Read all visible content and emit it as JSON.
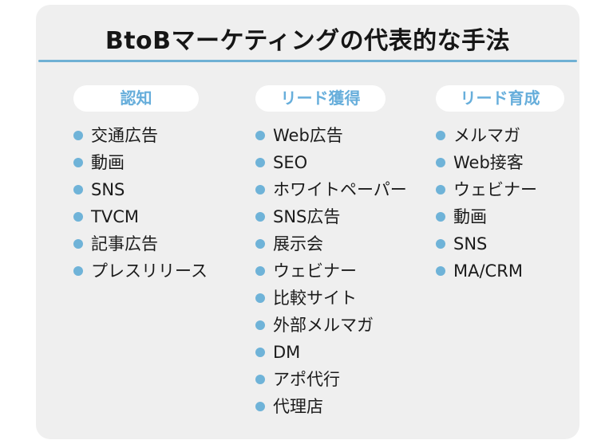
{
  "slide": {
    "title": "BtoBマーケティングの代表的な手法",
    "accent_color": "#6fb0d4",
    "bullet_color": "#6fb3d8",
    "card_background": "#efefef",
    "header_text_color": "#67aedb",
    "columns": [
      {
        "header": "認知",
        "items": [
          "交通広告",
          "動画",
          "SNS",
          "TVCM",
          "記事広告",
          "プレスリリース"
        ]
      },
      {
        "header": "リード獲得",
        "items": [
          "Web広告",
          "SEO",
          "ホワイトペーパー",
          "SNS広告",
          "展示会",
          "ウェビナー",
          "比較サイト",
          "外部メルマガ",
          "DM",
          "アポ代行",
          "代理店"
        ]
      },
      {
        "header": "リード育成",
        "items": [
          "メルマガ",
          "Web接客",
          "ウェビナー",
          "動画",
          "SNS",
          "MA/CRM"
        ]
      }
    ]
  }
}
